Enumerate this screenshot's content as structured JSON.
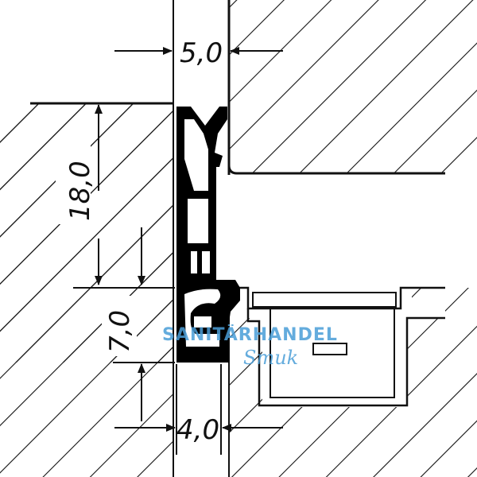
{
  "dimensions": {
    "gap_width": "5,0",
    "seal_height": "18,0",
    "lower_offset": "7,0",
    "seal_width": "4,0"
  },
  "watermark": {
    "line1": "SANITÄRHANDEL",
    "line2": "Smuk"
  },
  "colors": {
    "line": "#111111",
    "hatch": "#111111",
    "seal": "#000000",
    "watermark": "#4a9ed8"
  }
}
